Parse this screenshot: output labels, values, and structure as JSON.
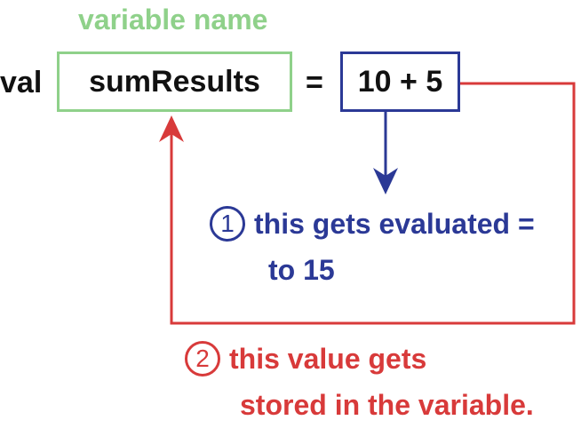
{
  "labels": {
    "variable_name": "variable name",
    "keyword": "val",
    "identifier": "sumResults",
    "equals": "=",
    "expression": "10 + 5"
  },
  "steps": [
    {
      "number": "1",
      "line1": "this gets evaluated =",
      "line2": "to 15",
      "color": "#2b3996"
    },
    {
      "number": "2",
      "line1": "this value gets",
      "line2": "stored in the variable.",
      "color": "#d83a3a"
    }
  ],
  "colors": {
    "variable_box": "#8fd18a",
    "expression_box": "#2b3996",
    "evaluate_arrow": "#2b3996",
    "store_arrow": "#d83a3a",
    "text": "#111111"
  }
}
